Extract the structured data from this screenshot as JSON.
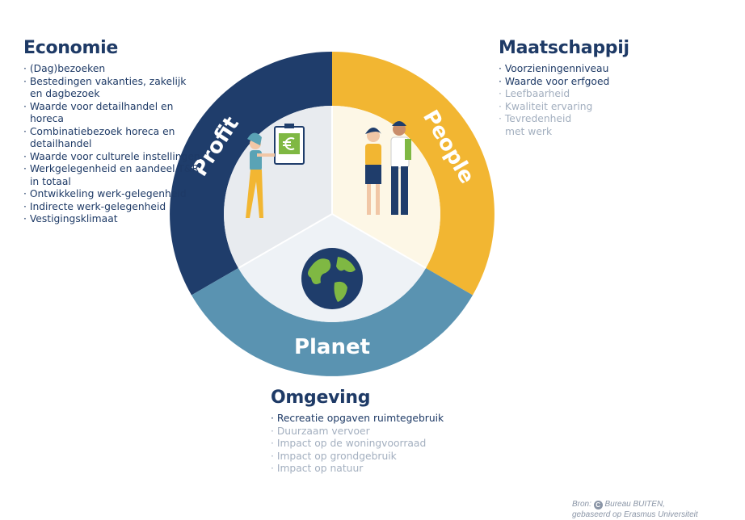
{
  "segments": {
    "profit": "Profit",
    "people": "People",
    "planet": "Planet"
  },
  "colors": {
    "profit": "#1f3d6b",
    "people": "#f2b632",
    "planet": "#5a93b1",
    "heading": "#1e3a66",
    "dim": "#a3afbf"
  },
  "economie": {
    "title": "Economie",
    "items": [
      "(Dag)bezoeken",
      "Bestedingen vakanties, zakelijk en dagbezoek",
      "Waarde voor detailhandel en horeca",
      "Combinatiebezoek horeca en detailhandel",
      "Waarde voor culturele instellingen",
      "Werkgelegenheid en aandeel T&R in totaal",
      "Ontwikkeling werk-gelegenheid",
      "Indirecte werk-gelegenheid",
      "Vestigingsklimaat"
    ]
  },
  "maatschappij": {
    "title": "Maatschappij",
    "items": [
      "Voorzieningenniveau",
      "Waarde voor erfgoed",
      "Leefbaarheid",
      "Kwaliteit ervaring",
      "Tevredenheid met werk"
    ]
  },
  "omgeving": {
    "title": "Omgeving",
    "items": [
      "Recreatie opgaven ruimtegebruik",
      "Duurzaam vervoer",
      "Impact op de woningvoorraad",
      "Impact op grondgebruik",
      "Impact op natuur"
    ]
  },
  "source": {
    "prefix": "Bron:",
    "logo": "C",
    "line1": "Bureau BUITEN,",
    "line2": "gebaseerd op Erasmus Universiteit"
  }
}
